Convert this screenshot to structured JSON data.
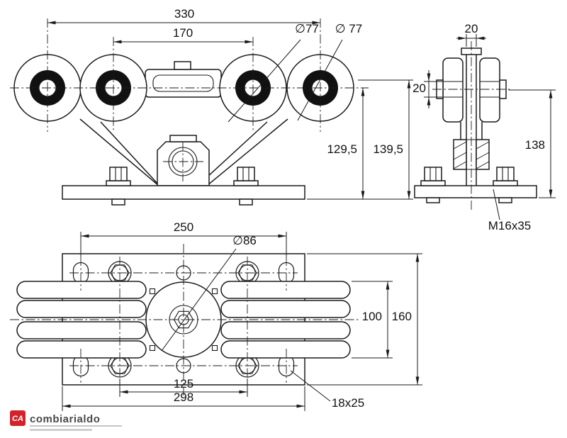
{
  "front_view": {
    "span_outer": "330",
    "span_inner": "170",
    "roller_dia_a": "∅77",
    "roller_dia_b": "∅ 77",
    "height_center": "129,5",
    "height_overall": "139,5"
  },
  "side_view": {
    "web_width": "20",
    "groove_height": "20",
    "height": "138",
    "bolt_spec": "M16x35"
  },
  "plan_view": {
    "slot_span": "250",
    "hub_dia": "∅86",
    "wheel_span": "100",
    "plate_width": "160",
    "bolt_span": "125",
    "plate_length": "298",
    "slot_size": "18x25"
  },
  "logo": {
    "mark": "CA",
    "brand": "combiarialdo"
  },
  "colors": {
    "line": "#1a1a1a",
    "logo_red": "#d2232a",
    "background": "#ffffff"
  }
}
